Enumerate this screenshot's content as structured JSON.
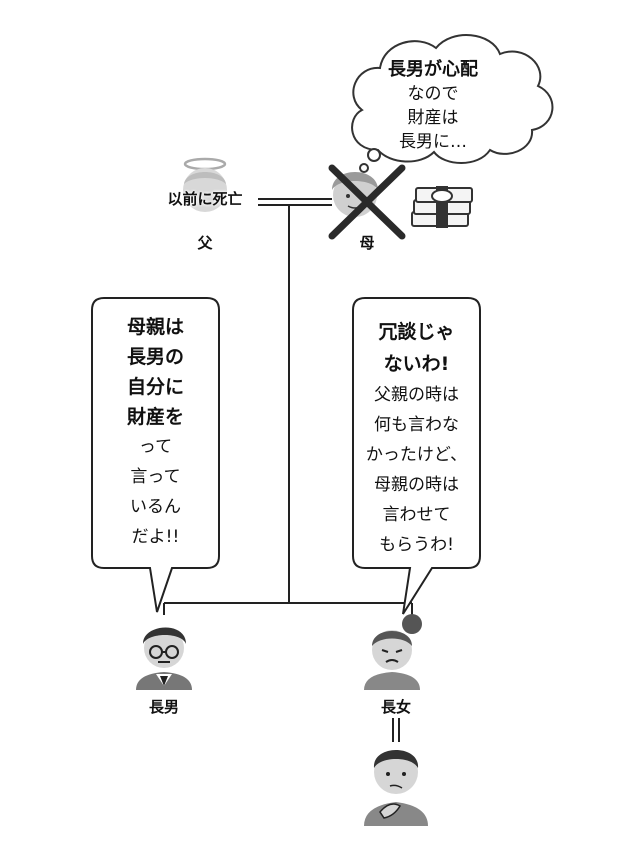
{
  "father": {
    "note": "以前に死亡",
    "label": "父"
  },
  "mother": {
    "label": "母",
    "thought": {
      "bold": "長男が心配",
      "lines": [
        "なので",
        "財産は",
        "長男に…"
      ]
    }
  },
  "eldest_son": {
    "label": "長男",
    "speech": {
      "bold_lines": [
        "母親は",
        "長男の",
        "自分に",
        "財産を"
      ],
      "lines": [
        "って",
        "言って",
        "いるん",
        "だよ!!"
      ]
    }
  },
  "eldest_daughter": {
    "label": "長女",
    "speech": {
      "bold_lines": [
        "冗談じゃ",
        "ないわ!"
      ],
      "lines": [
        "父親の時は",
        "何も言わな",
        "かったけど、",
        "母親の時は",
        "言わせて",
        "もらうわ!"
      ]
    }
  }
}
